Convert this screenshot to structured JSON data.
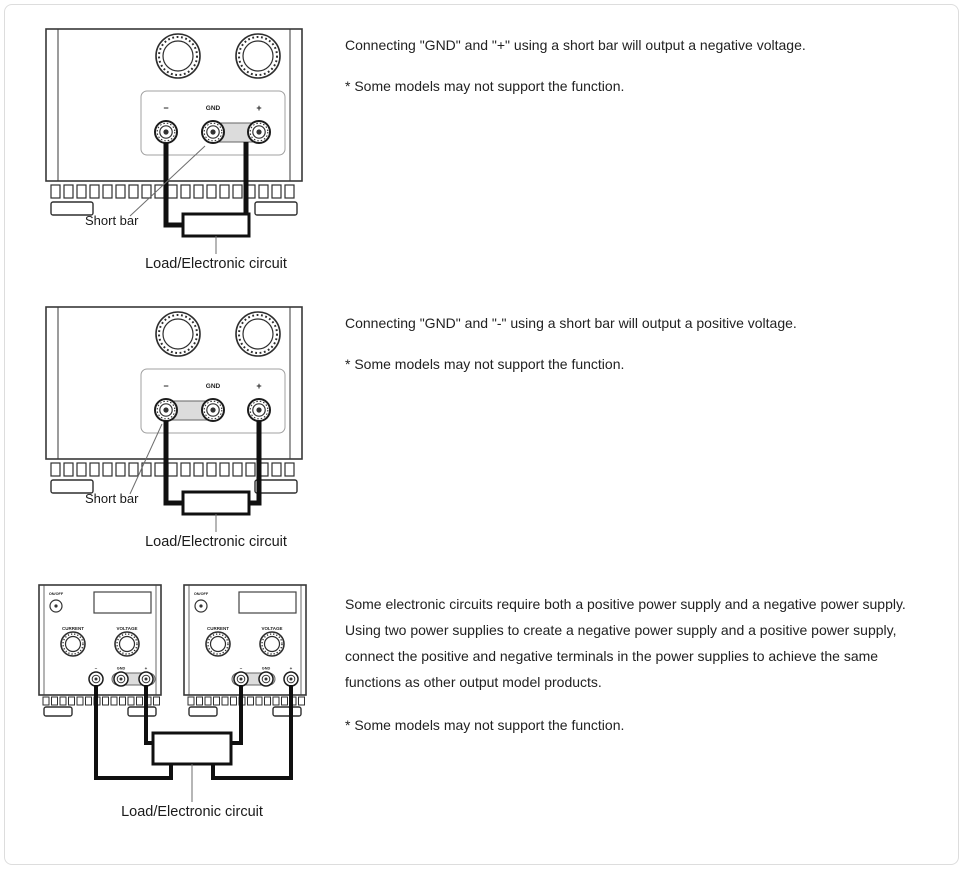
{
  "sections": [
    {
      "description": "Connecting \"GND\" and \"+\" using a short bar will output a negative voltage.",
      "note": "* Some models may not support the function.",
      "figure": {
        "short_bar_label": "Short bar",
        "load_caption": "Load/Electronic circuit",
        "terminals": {
          "negative": "−",
          "ground": "GND",
          "positive": "+"
        },
        "short_bar_between": "GND and +"
      }
    },
    {
      "description": "Connecting \"GND\" and \"-\" using a short bar will output a positive voltage.",
      "note": "* Some models may not support the function.",
      "figure": {
        "short_bar_label": "Short bar",
        "load_caption": "Load/Electronic circuit",
        "terminals": {
          "negative": "−",
          "ground": "GND",
          "positive": "+"
        },
        "short_bar_between": "- and GND"
      }
    },
    {
      "description": "Some electronic circuits require both a positive power supply and a negative power supply. Using two power supplies to create a negative power supply and a positive power supply, connect the positive and negative terminals in the power supplies to achieve the same functions as other output model products.",
      "note": "* Some models may not support the function.",
      "figure": {
        "load_caption": "Load/Electronic circuit",
        "terminals": {
          "negative": "−",
          "ground": "GND",
          "positive": "+"
        },
        "knob_labels": {
          "left": "CURRENT",
          "right": "VOLTAGE"
        },
        "power_button_label": "ON/OFF"
      }
    }
  ],
  "colors": {
    "wire": "#111111",
    "short_bar_fill": "#dcdcdc",
    "card_border": "#dddddd",
    "text": "#222222"
  }
}
